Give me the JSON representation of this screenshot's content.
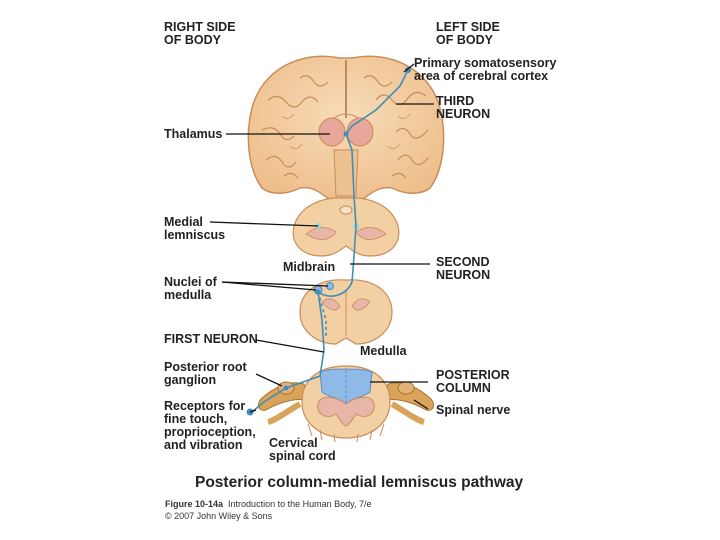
{
  "labels": {
    "right_side": "RIGHT SIDE\nOF BODY",
    "left_side": "LEFT SIDE\nOF BODY",
    "cortex": "Primary somatosensory\narea of cerebral cortex",
    "third_neuron": "THIRD\nNEURON",
    "thalamus": "Thalamus",
    "medial_lemniscus": "Medial\nlemniscus",
    "midbrain": "Midbrain",
    "second_neuron": "SECOND\nNEURON",
    "nuclei_medulla": "Nuclei of\nmedulla",
    "first_neuron": "FIRST NEURON",
    "medulla": "Medulla",
    "posterior_root_ganglion": "Posterior root\nganglion",
    "posterior_column": "POSTERIOR\nCOLUMN",
    "receptors": "Receptors for\nfine touch,\nproprioception,\nand vibration",
    "spinal_nerve": "Spinal nerve",
    "cervical_spinal_cord": "Cervical\nspinal cord"
  },
  "title": "Posterior column-medial lemniscus pathway",
  "credit": {
    "figure": "Figure 10-14a",
    "source": "Introduction to the Human Body, 7/e",
    "copyright": "© 2007 John Wiley & Sons"
  },
  "colors": {
    "tissue": "#f3cfa4",
    "tissue_dark": "#c98c5a",
    "gray_matter": "#e8b6a8",
    "thalamus": "#e9a79b",
    "pathway": "#3d8fb8",
    "posterior_column": "#8fb9e6",
    "nerve": "#d9a35a"
  }
}
